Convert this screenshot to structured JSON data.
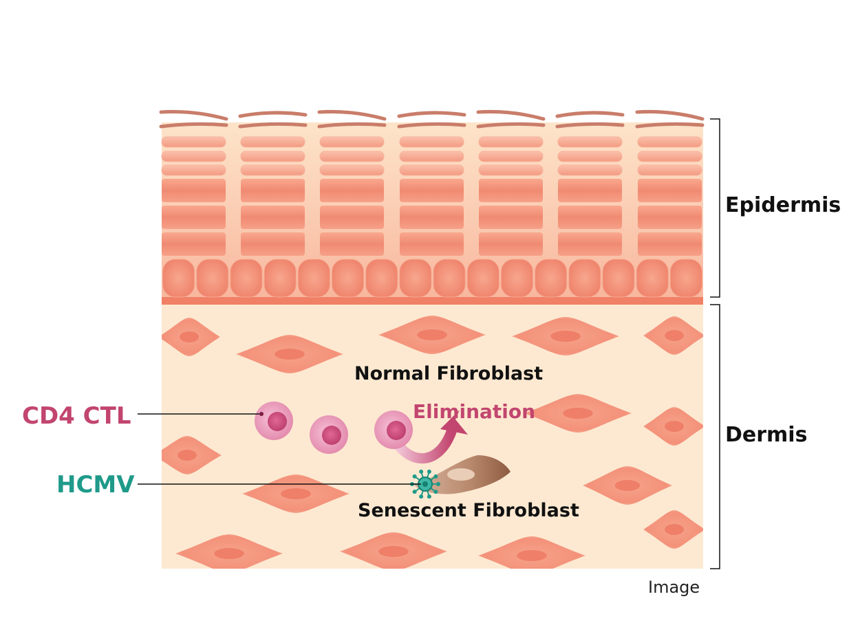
{
  "labels": {
    "epidermis": "Epidermis",
    "dermis": "Dermis",
    "normal_fibroblast": "Normal Fibroblast",
    "senescent_fibroblast": "Senescent Fibroblast",
    "elimination": "Elimination",
    "cd4_ctl": "CD4 CTL",
    "hcmv": "HCMV",
    "caption": "Image"
  },
  "colors": {
    "cd4_ctl": "#c2456f",
    "hcmv": "#1f9a8a",
    "elimination": "#c2456f",
    "skin_cell": "#f4907a",
    "dermis_bg": "#fce8cf",
    "senescent": "#9a6a4f"
  },
  "icons": {
    "cd4_cell": "t-cell-icon",
    "virus": "virus-icon",
    "arrow": "curved-arrow-icon"
  }
}
